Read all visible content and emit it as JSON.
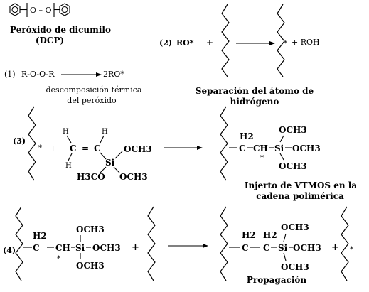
{
  "colors": {
    "ink": "#000000",
    "background": "#ffffff"
  },
  "icons": [
    "benzene-ring-icon",
    "polymer-chain-icon",
    "reaction-arrow-icon"
  ],
  "dcp": {
    "formula_bridge": "O – O",
    "name": "Peróxido de dicumilo",
    "abbr": "(DCP)"
  },
  "step1": {
    "number": "(1)",
    "reactant": "R-O-O-R",
    "product": "2RO*",
    "caption_line1": "descomposición térmica",
    "caption_line2": "del peróxido"
  },
  "step2": {
    "number": "(2)",
    "reactant": "RO*",
    "plus": "+",
    "radical_mark": "*",
    "product": "+ ROH",
    "caption_line1": "Separación del átomo de",
    "caption_line2": "hidrógeno"
  },
  "step3": {
    "number": "(3)",
    "radical_mark": "*",
    "plus": "+",
    "vtmos": {
      "h_top_left": "H",
      "h_top_right": "H",
      "h_bottom": "H",
      "c_left": "C",
      "equals": "=",
      "c_right": "C",
      "si": "Si",
      "och3_right": "OCH3",
      "h3co": "H3CO",
      "och3_bottom": "OCH3"
    },
    "product": {
      "h2": "H2",
      "c1": "C",
      "ch": "CH",
      "radical_mark": "*",
      "si": "Si",
      "och3_top": "OCH3",
      "och3_right": "OCH3",
      "och3_bottom": "OCH3"
    },
    "caption_line1": "Injerto de VTMOS en la",
    "caption_line2": "cadena polimérica"
  },
  "step4": {
    "number": "(4)",
    "reactant": {
      "h2": "H2",
      "c": "C",
      "ch": "CH",
      "radical_mark": "*",
      "si": "Si",
      "och3_top": "OCH3",
      "och3_right": "OCH3",
      "och3_bottom": "OCH3",
      "plus": "+"
    },
    "product": {
      "h2a": "H2",
      "h2b": "H2",
      "c1": "C",
      "c2": "C",
      "si": "Si",
      "och3_top": "OCH3",
      "och3_right": "OCH3",
      "och3_bottom": "OCH3",
      "plus": "+",
      "radical_mark": "*"
    },
    "caption": "Propagación"
  }
}
